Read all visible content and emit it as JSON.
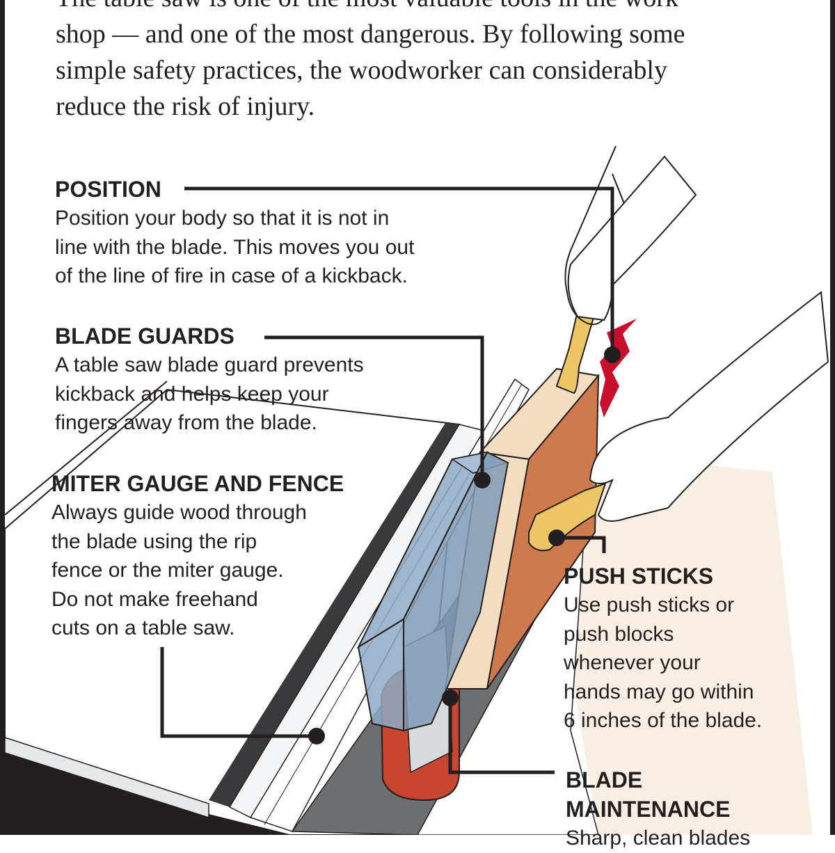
{
  "intro": {
    "lines": [
      "The table saw is one of the most valuable tools in the work",
      "shop — and one of the most dangerous. By following some",
      "simple safety practices, the woodworker can considerably",
      "reduce the risk of injury."
    ]
  },
  "callouts": {
    "position": {
      "title": "POSITION",
      "lines": [
        "Position your body so that it is not in",
        "line with the blade. This moves you out",
        "of the line of fire in case of a kickback."
      ]
    },
    "blade_guards": {
      "title": "BLADE GUARDS",
      "lines": [
        "A table saw blade guard prevents",
        "kickback and helps keep your",
        "fingers away from the blade."
      ]
    },
    "miter_gauge": {
      "title": "MITER GAUGE AND FENCE",
      "lines": [
        "Always guide wood through",
        "the blade using the rip",
        "fence or the miter gauge.",
        "Do not make freehand",
        "cuts on a table saw."
      ]
    },
    "push_sticks": {
      "title": "PUSH STICKS",
      "lines": [
        "Use push sticks or",
        "push blocks",
        "whenever your",
        "hands may go within",
        "6 inches of the blade."
      ]
    },
    "blade_maintenance": {
      "title_lines": [
        "BLADE",
        "MAINTENANCE"
      ],
      "lines": [
        "Sharp, clean blades"
      ]
    }
  },
  "colors": {
    "text": "#231f20",
    "leader": "#231f20",
    "guard_blue": "#8eaac4",
    "wood_face": "#f3dcc0",
    "wood_side": "#cf7a4e",
    "push_stick": "#ecc567",
    "blade_red": "#c8452f",
    "kickback_arrow": "#c8102e",
    "table_gray": "#6d6e70"
  }
}
